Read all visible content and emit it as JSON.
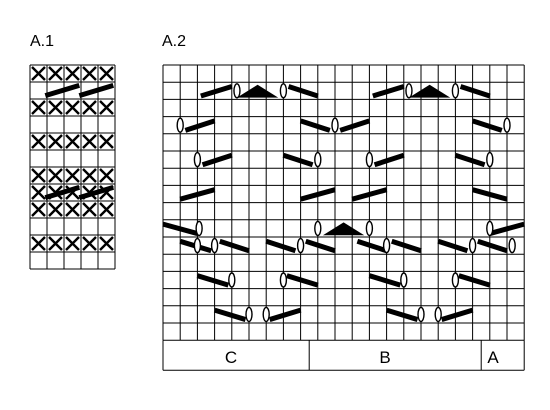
{
  "chart_a1": {
    "title": "A.1"
  },
  "chart_a2": {
    "title": "A.2",
    "sections": [
      {
        "key": "C",
        "label": "C"
      },
      {
        "key": "B",
        "label": "B"
      },
      {
        "key": "A",
        "label": "A"
      }
    ]
  },
  "colors": {
    "grid": "#000000",
    "symbol": "#000000",
    "background": "#ffffff"
  },
  "symbols": [
    "cross-stitch-symbol",
    "cable-bar-symbol",
    "yarn-over-symbol",
    "triangle-decrease-symbol"
  ]
}
